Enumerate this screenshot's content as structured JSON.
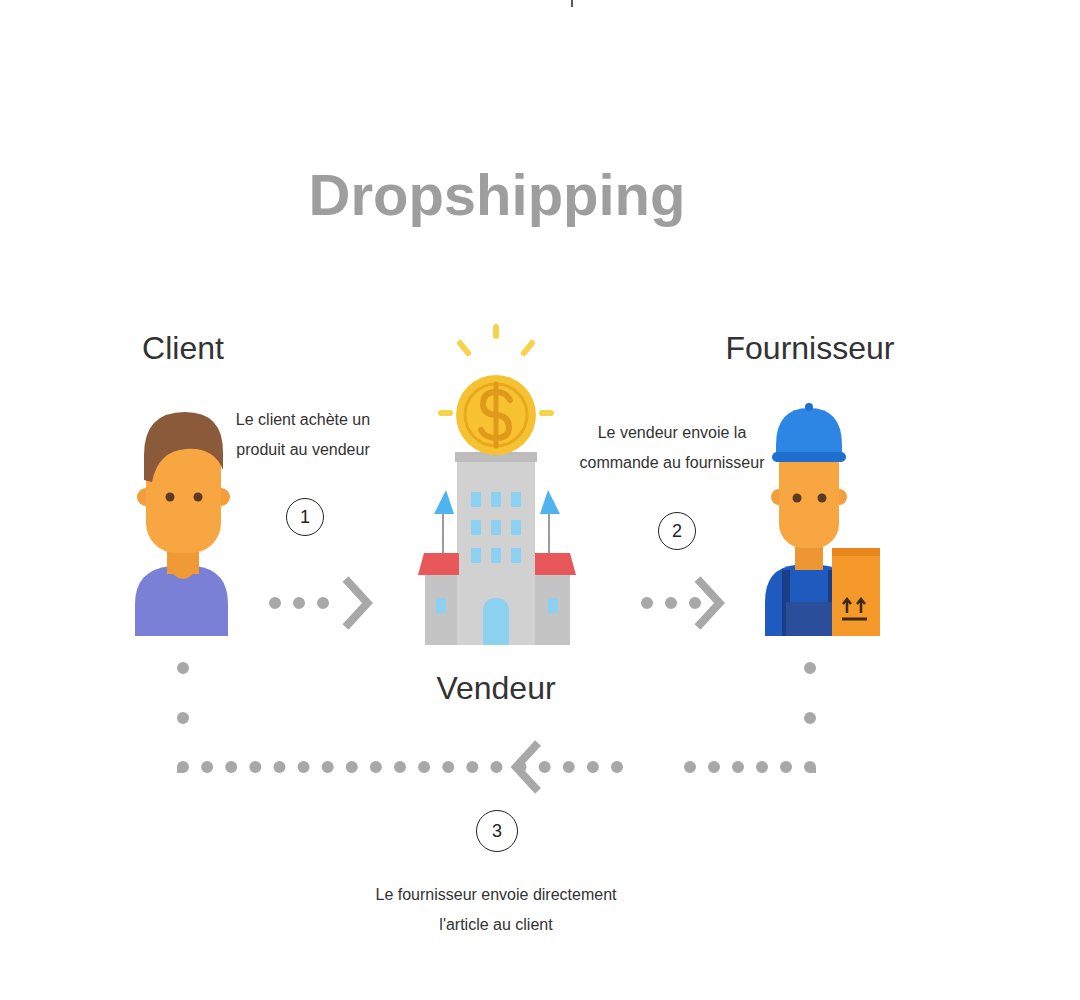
{
  "diagram": {
    "title": "Dropshipping",
    "nodes": [
      {
        "text": [
          "Client"
        ]
      },
      {
        "text": [
          "Vendeur"
        ]
      },
      {
        "text": [
          "Fournisseur"
        ]
      }
    ],
    "edges": [
      {
        "from": 0,
        "to": 1,
        "arrow": "to",
        "label": "Le client achète un produit au vendeur"
      },
      {
        "from": 1,
        "to": 2,
        "arrow": "to",
        "label": "Le vendeur envoie la commande au fournisseur"
      },
      {
        "from": 2,
        "to": 0,
        "arrow": "to",
        "label": "Le fournisseur envoie directement l'article au client"
      }
    ],
    "labels": [
      "1",
      "2",
      "3"
    ]
  }
}
